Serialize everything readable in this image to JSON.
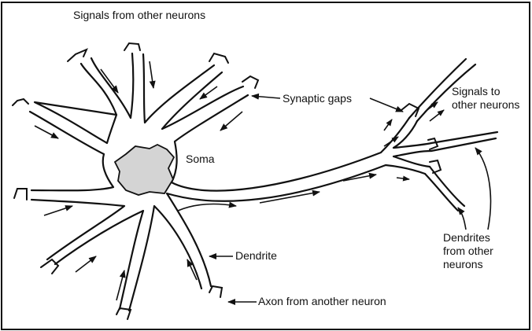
{
  "labels": {
    "signals_from_other_neurons": "Signals from other neurons",
    "synaptic_gaps": "Synaptic gaps",
    "signals_to_other_neurons_line1": "Signals to",
    "signals_to_other_neurons_line2": "other neurons",
    "soma": "Soma",
    "dendrite": "Dendrite",
    "dendrites_from_other_neurons_line1": "Dendrites",
    "dendrites_from_other_neurons_line2": "from other",
    "dendrites_from_other_neurons_line3": "neurons",
    "axon_from_another_neuron": "Axon from another neuron"
  },
  "colors": {
    "stroke": "#111111",
    "soma_fill": "#d4d4d4",
    "background": "#ffffff"
  }
}
